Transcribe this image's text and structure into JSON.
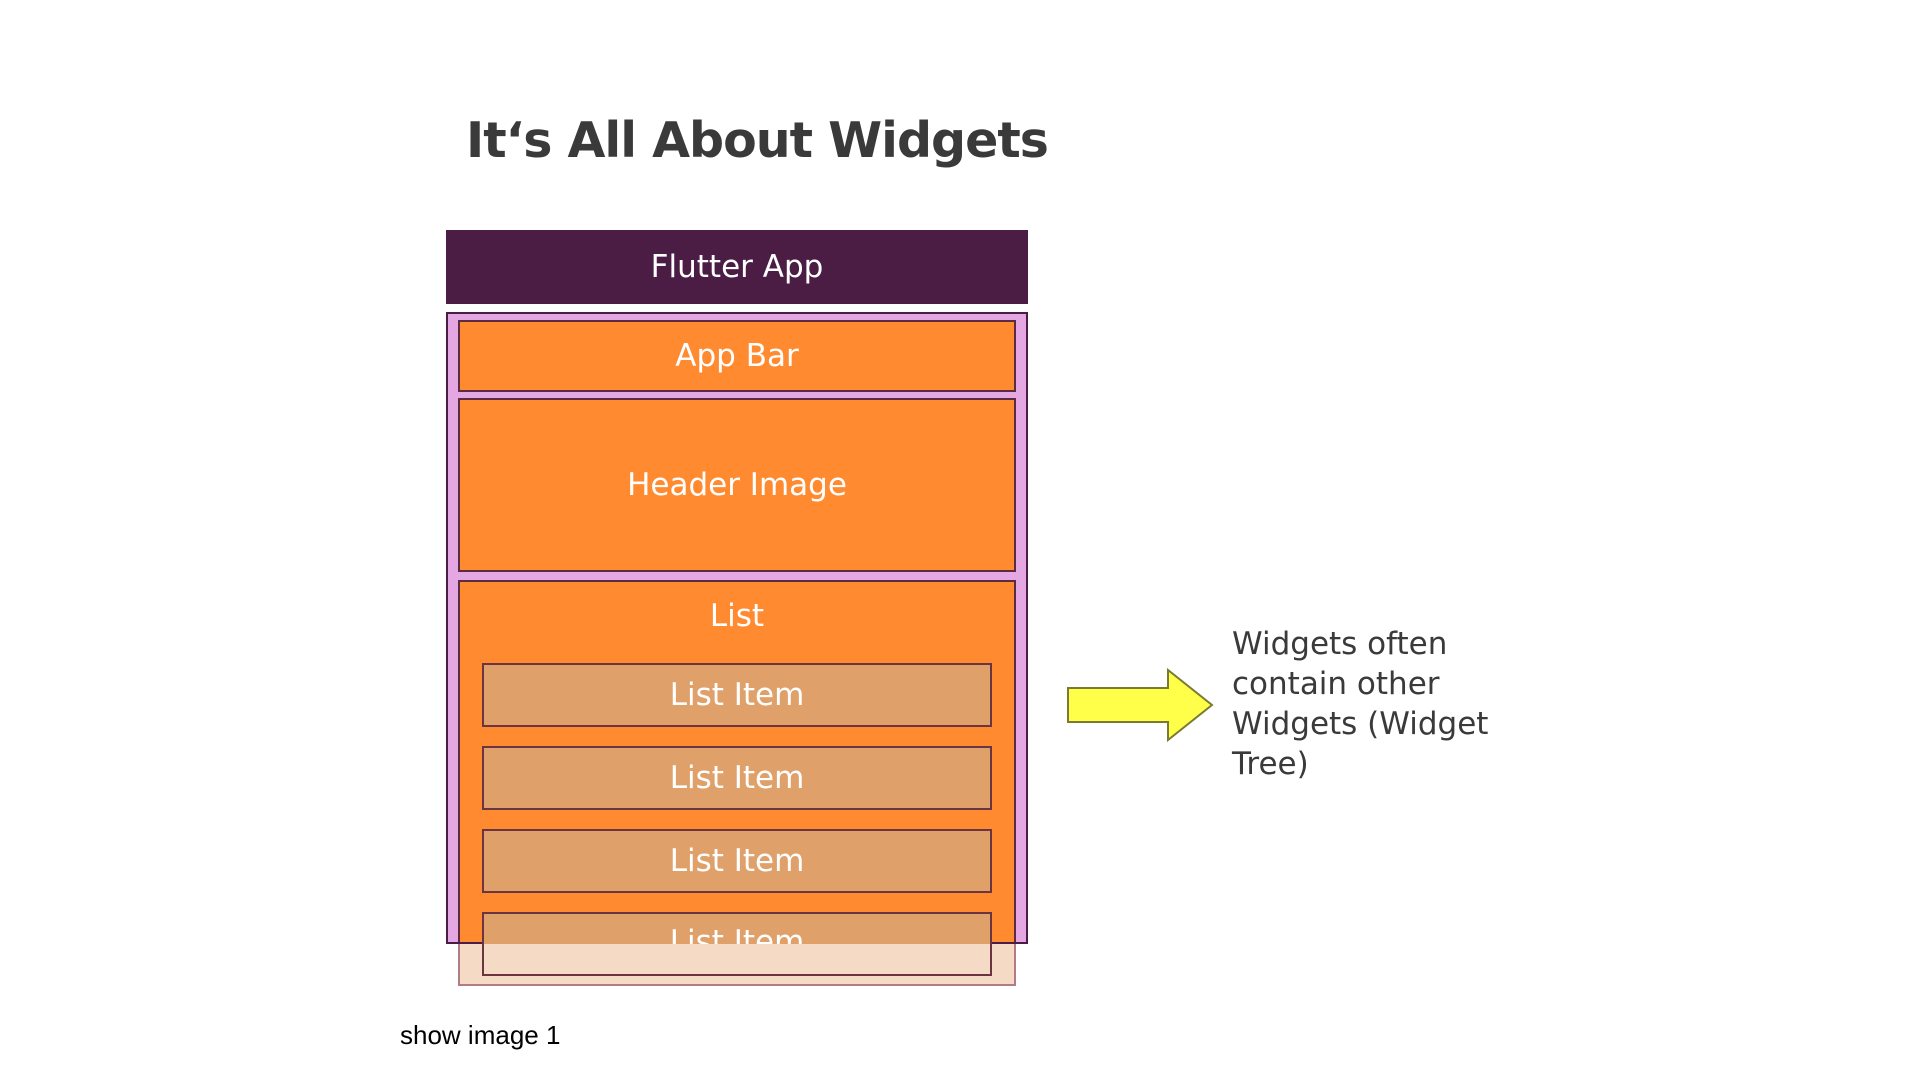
{
  "title": "It‘s All About Widgets",
  "diagram": {
    "flutter_app": "Flutter App",
    "app_bar": "App Bar",
    "header_image": "Header Image",
    "list": "List",
    "list_items": [
      "List Item",
      "List Item",
      "List Item",
      "List Item"
    ]
  },
  "note": "Widgets often contain other Widgets (Widget Tree)",
  "caption": "show image 1",
  "colors": {
    "flutter_app": "#4b1d45",
    "scaffold": "#e5a7e2",
    "orange": "#ff8a30",
    "list_item": "#e0a06a",
    "arrow": "#ffff4a"
  },
  "arrow_icon": "arrow-right-icon"
}
